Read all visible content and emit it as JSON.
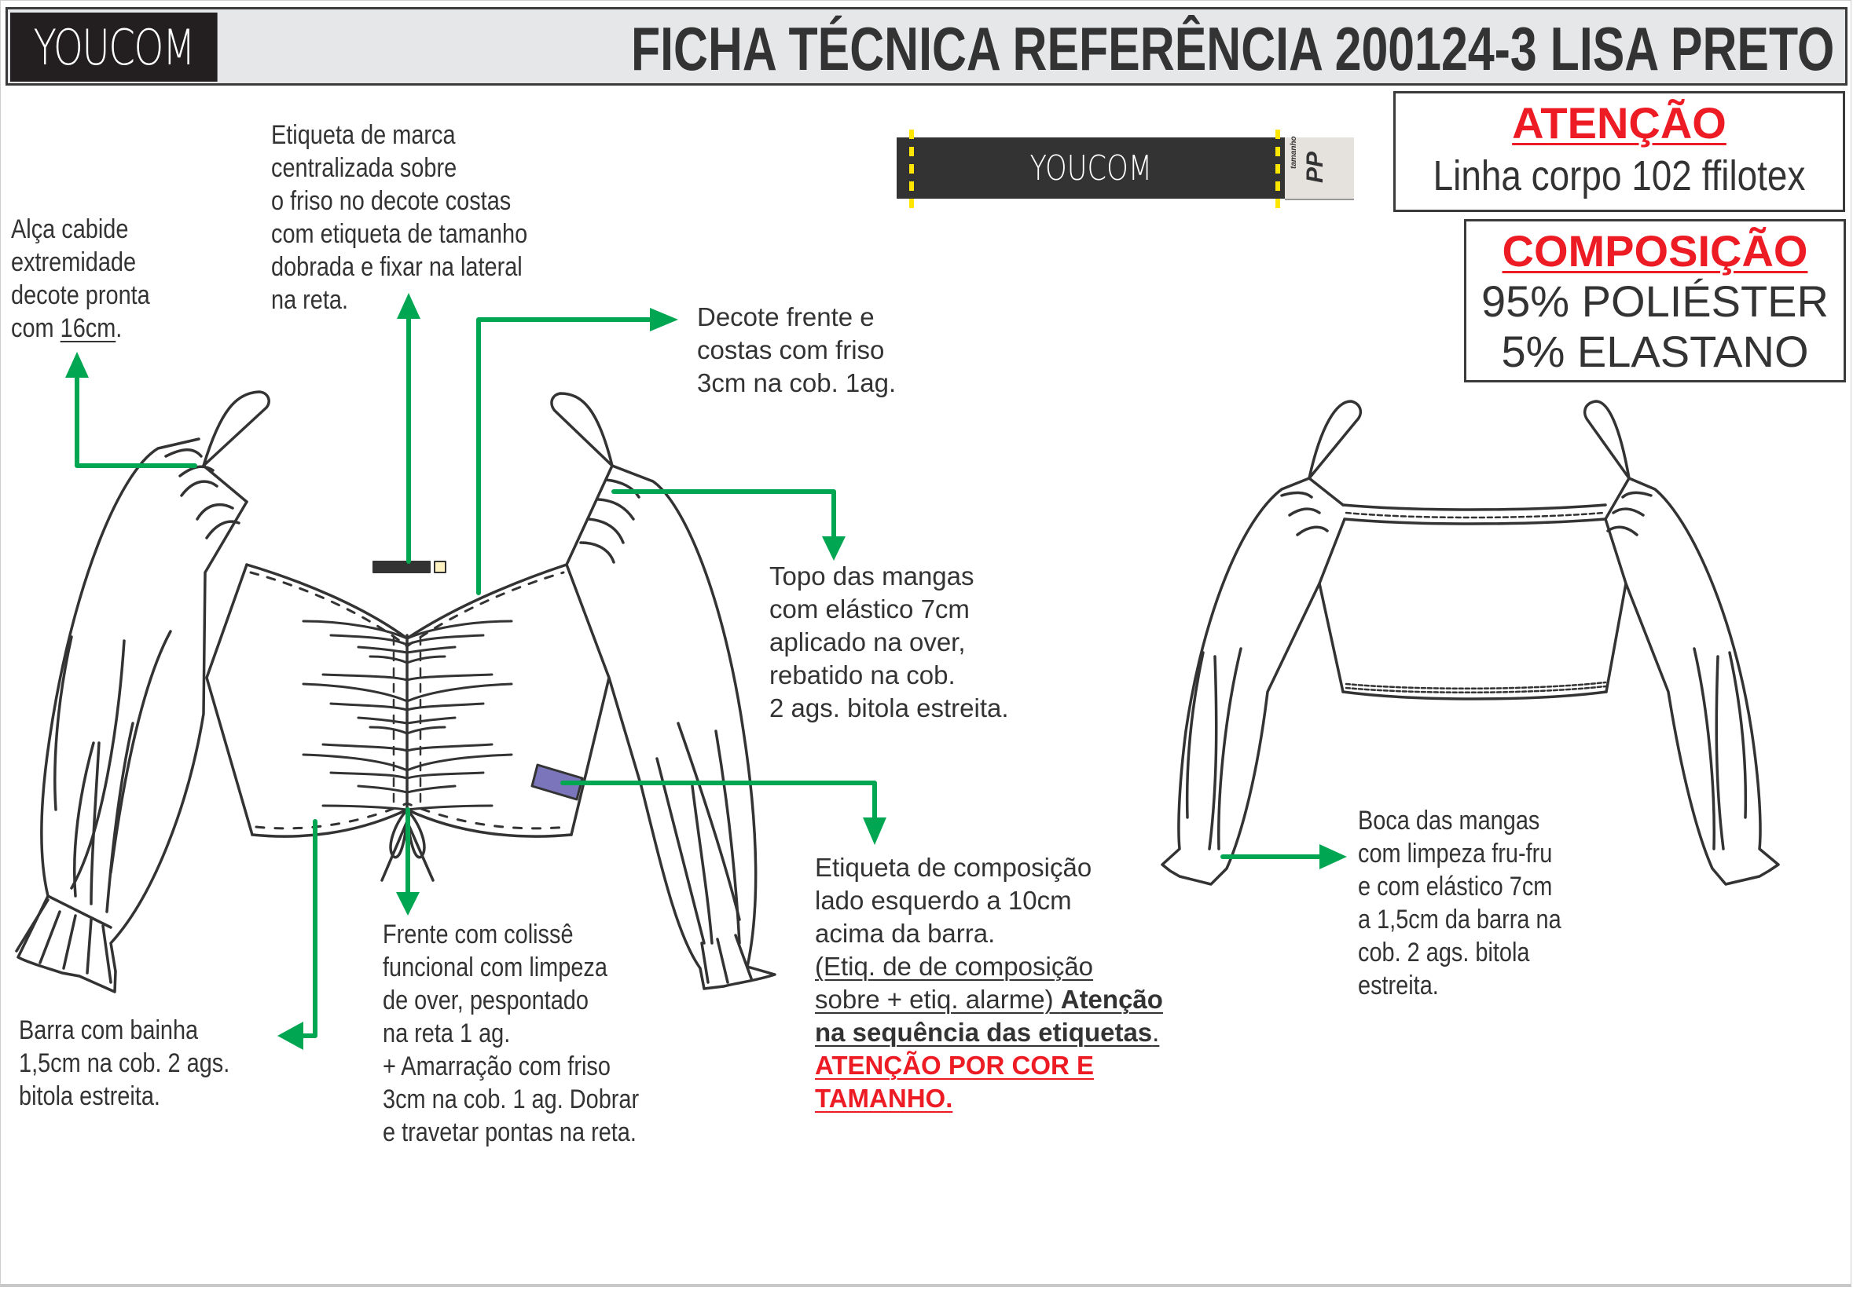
{
  "header": {
    "brand": "YOUCOM",
    "title": "FICHA TÉCNICA REFERÊNCIA 200124-3 LISA PRETO"
  },
  "brand_label": {
    "brand": "YOUCOM",
    "size_caption": "tamanho",
    "size_value": "PP"
  },
  "attention_box": {
    "heading": "ATENÇÃO",
    "text": "Linha corpo 102 ffilotex"
  },
  "composition_box": {
    "heading": "COMPOSIÇÃO",
    "lines": [
      "95% POLIÉSTER",
      "5% ELASTANO"
    ]
  },
  "notes": {
    "alca": {
      "lines": [
        "Alça cabide",
        "extremidade",
        "decote pronta"
      ],
      "last_prefix": "com ",
      "last_underlined": "16cm",
      "last_suffix": "."
    },
    "etiqueta_marca": {
      "lines": [
        "Etiqueta de marca",
        "centralizada sobre",
        "o friso no decote costas",
        "com etiqueta de tamanho",
        "dobrada e fixar na lateral",
        "na reta."
      ]
    },
    "decote": {
      "lines": [
        "Decote frente e",
        "costas com friso",
        "3cm na cob. 1ag."
      ]
    },
    "topo_mangas": {
      "lines": [
        "Topo das mangas",
        "com elástico 7cm",
        "aplicado na over,",
        "rebatido na cob.",
        "2 ags. bitola estreita."
      ]
    },
    "etiqueta_composicao": {
      "lines": [
        "Etiqueta de composição",
        "lado esquerdo a 10cm",
        "acima da barra."
      ],
      "underlined_1": "(Etiq. de de composição",
      "underlined_2_plain": "sobre + etiq. alarme) ",
      "underlined_2_bold": "Atenção",
      "underlined_3_bold": "na sequência das etiquetas",
      "underlined_3_suffix": ".",
      "red_1": "ATENÇÃO POR COR E",
      "red_2": "TAMANHO."
    },
    "barra": {
      "lines": [
        "Barra com bainha",
        "1,5cm na cob. 2 ags.",
        "bitola estreita."
      ]
    },
    "frente": {
      "lines": [
        "Frente com colissê",
        "funcional com limpeza",
        "de over, pespontado",
        "na reta 1 ag.",
        "+ Amarração com friso",
        "3cm na cob. 1 ag. Dobrar",
        "e travetar pontas na reta."
      ]
    },
    "boca_mangas": {
      "lines": [
        "Boca das mangas",
        "com limpeza fru-fru",
        "e com elástico 7cm",
        "a 1,5cm da barra na",
        "cob. 2 ags. bitola",
        "estreita."
      ]
    }
  },
  "colors": {
    "arrow": "#00a651",
    "accent_red": "#ed1c24",
    "ink": "#333333",
    "composition_tag": "#7b76bb",
    "label_stitch": "#ffe600"
  }
}
